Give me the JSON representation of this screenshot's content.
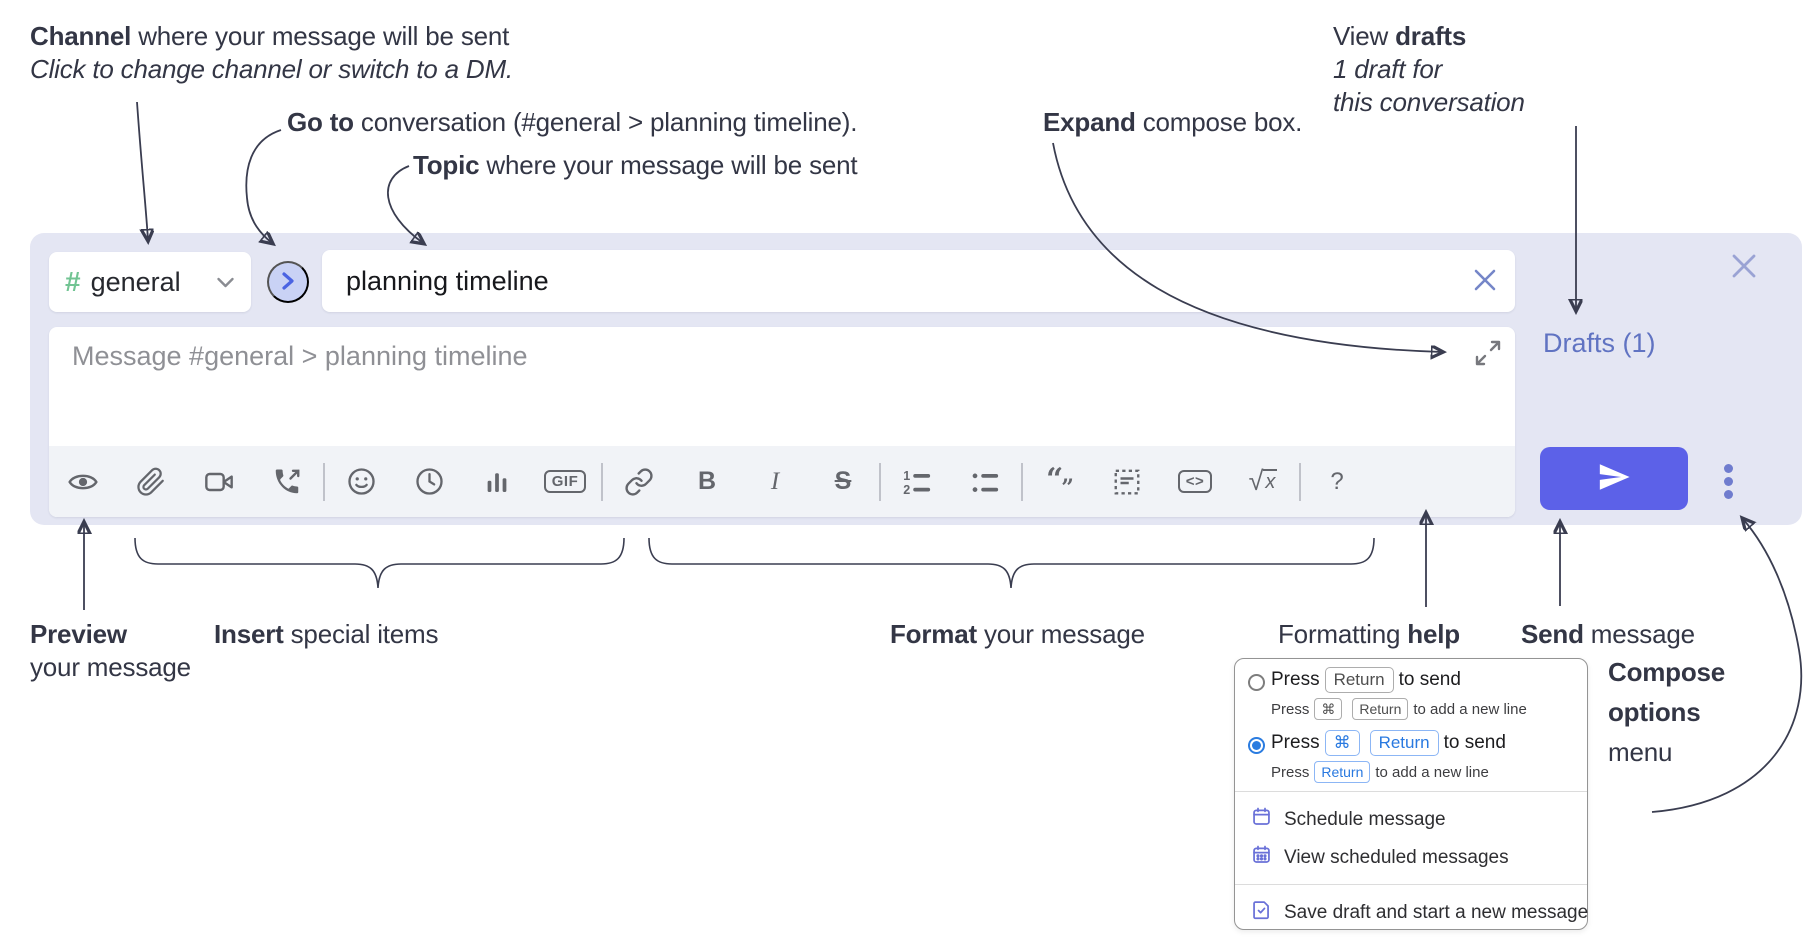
{
  "annotations": {
    "channel_note": {
      "bold": "Channel",
      "rest": " where your message will be sent",
      "line2": "Click to change channel or switch to a DM."
    },
    "goto_note": {
      "bold": "Go to",
      "rest": " conversation (#general > planning timeline)."
    },
    "topic_note": {
      "bold": "Topic",
      "rest": " where your message will be sent"
    },
    "expand_note": {
      "bold": "Expand",
      "rest": " compose box."
    },
    "drafts_note": {
      "line1_pre": "View ",
      "line1_bold": "drafts",
      "line2": "1 draft for",
      "line3": "this conversation"
    },
    "preview_note": {
      "bold": "Preview",
      "line2": "your message"
    },
    "insert_note": {
      "bold": "Insert",
      "rest": " special items"
    },
    "format_note": {
      "bold": "Format",
      "rest": " your message"
    },
    "help_note": {
      "pre": "Formatting ",
      "bold": "help"
    },
    "send_note": {
      "bold": "Send",
      "rest": " message"
    },
    "compose_options_note": {
      "line1": "Compose",
      "line2": "options",
      "line3": "menu"
    }
  },
  "compose_box": {
    "channel_selector": {
      "hash": "#",
      "channel_name": "general"
    },
    "topic_input": {
      "value": "planning timeline"
    },
    "message_input": {
      "placeholder": "Message #general > planning timeline"
    },
    "drafts_link": "Drafts (1)",
    "toolbar": {
      "gif_label": "GIF",
      "bold_label": "B",
      "italic_label": "I",
      "strike_label": "S",
      "code_label": "<>",
      "math_sqrt": "√",
      "math_x": "x",
      "help_label": "?",
      "numbered_1": "1",
      "numbered_2": "2",
      "quote_open": "“",
      "quote_close": "”",
      "icon_names": [
        "preview",
        "attach-file",
        "add-video-call",
        "add-voice-call",
        "emoji",
        "add-global-time",
        "add-poll",
        "add-gif",
        "link",
        "bold",
        "italic",
        "strikethrough",
        "numbered-list",
        "bulleted-list",
        "quote",
        "spoiler",
        "code",
        "math",
        "message-formatting"
      ]
    }
  },
  "options_menu": {
    "option_enter": {
      "selected": false,
      "press": "Press",
      "key_return": "Return",
      "suffix": "to send",
      "sub_press": "Press",
      "sub_key_cmd": "⌘",
      "sub_key_return": "Return",
      "sub_suffix": "to add a new line"
    },
    "option_cmd_enter": {
      "selected": true,
      "press": "Press",
      "key_cmd": "⌘",
      "key_return": "Return",
      "suffix": "to send",
      "sub_press": "Press",
      "sub_key_return": "Return",
      "sub_suffix": "to add a new line"
    },
    "items": {
      "schedule": "Schedule message",
      "view_scheduled": "View scheduled messages",
      "save_draft": "Save draft and start a new message"
    }
  },
  "colors": {
    "compose_bg": "#e4e6f3",
    "accent_indigo": "#5c61e8",
    "link_indigo": "#6073c2",
    "hash_green": "#72c493",
    "radio_blue": "#2b7ce0",
    "annotation_ink": "#333645"
  }
}
